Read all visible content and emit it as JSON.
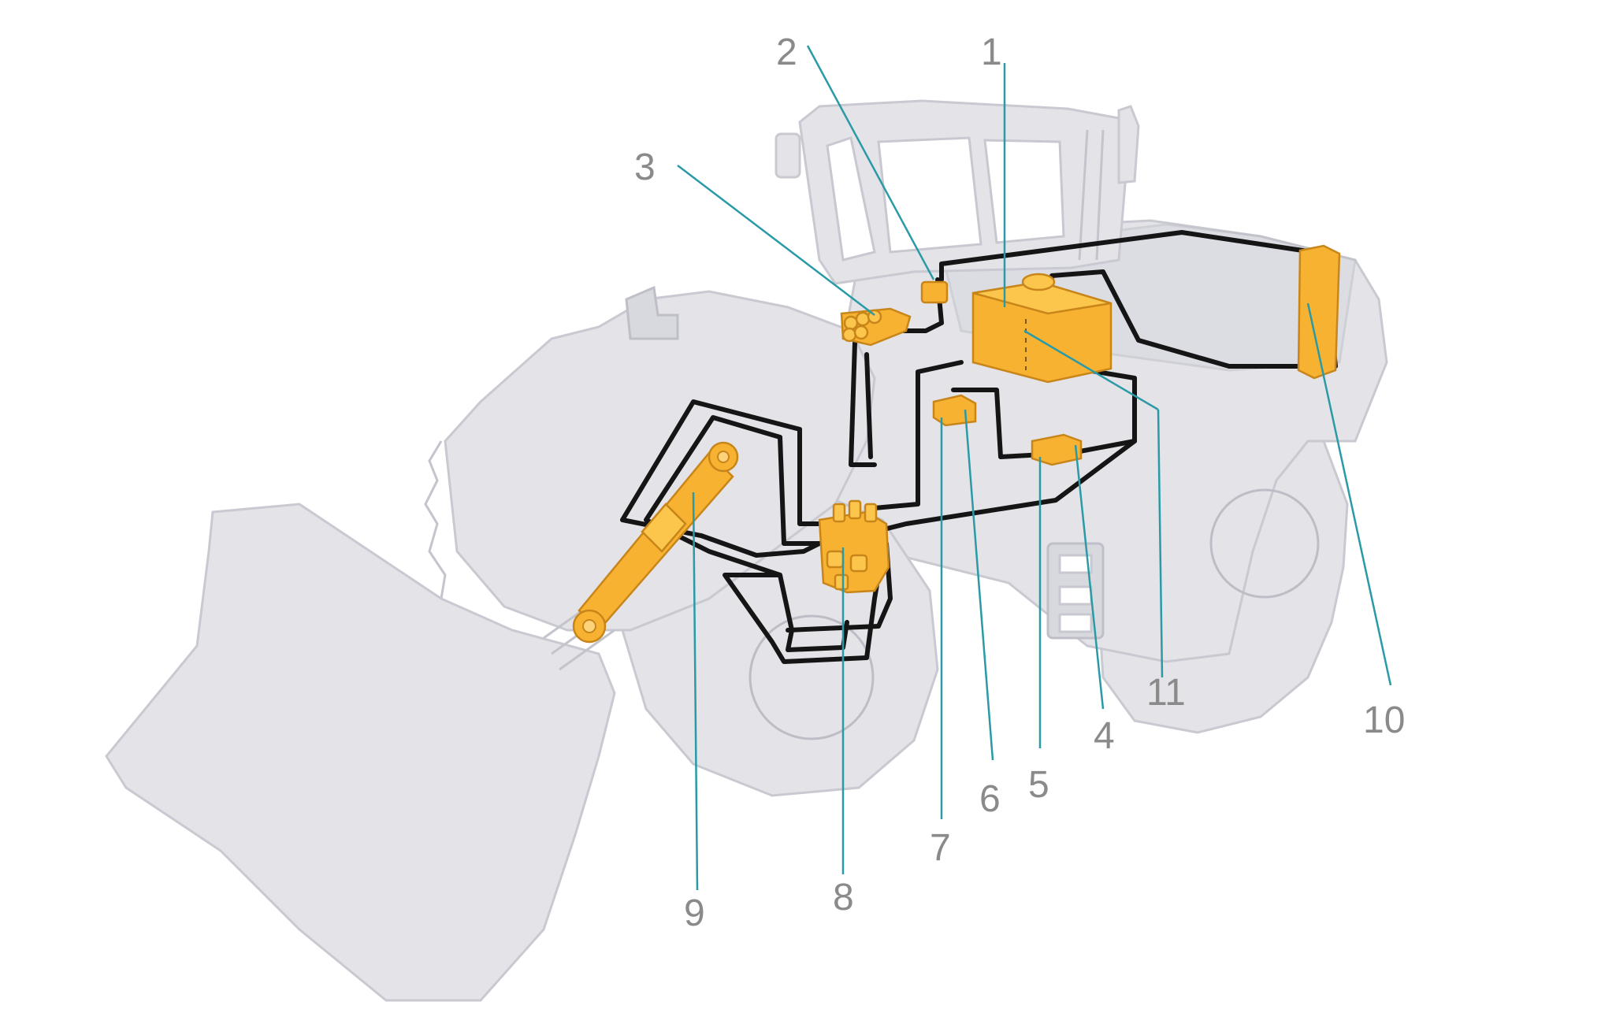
{
  "callouts": {
    "c1": "1",
    "c2": "2",
    "c3": "3",
    "c4": "4",
    "c5": "5",
    "c6": "6",
    "c7": "7",
    "c8": "8",
    "c9": "9",
    "c10": "10",
    "c11": "11"
  },
  "colors": {
    "silhouette": "#e3e3e8",
    "component": "#f7b232",
    "hose": "#151515",
    "leader": "#2a9aa6",
    "label": "#8a8a8a"
  }
}
